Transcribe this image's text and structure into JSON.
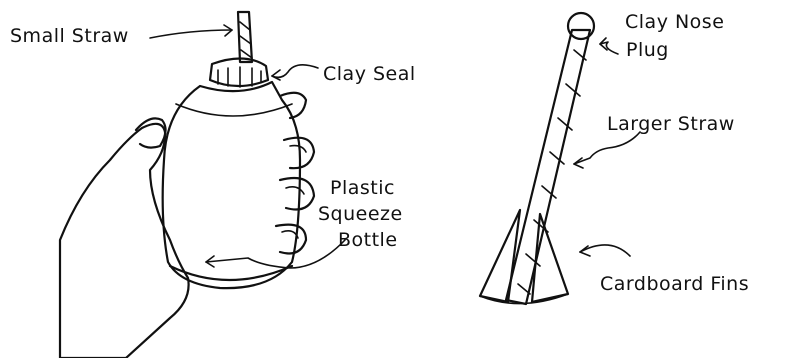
{
  "labels": {
    "small_straw": "Small Straw",
    "clay_seal": "Clay Seal",
    "plastic": "Plastic",
    "squeeze": "Squeeze",
    "bottle": "Bottle",
    "clay_nose": "Clay Nose",
    "plug": "Plug",
    "larger_straw": "Larger Straw",
    "cardboard_fins": "Cardboard Fins"
  }
}
